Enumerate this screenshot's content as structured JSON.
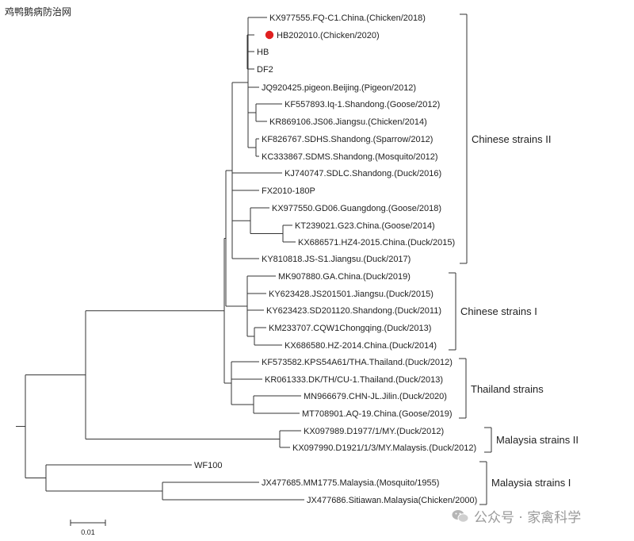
{
  "header": {
    "site_title": "鸡鸭鹅病防治网"
  },
  "watermark": {
    "text": "公众号 · 家禽科学",
    "icon": "wechat-icon"
  },
  "colors": {
    "line": "#333333",
    "text": "#222222",
    "highlight": "#e02020"
  },
  "scale_bar": {
    "label": "0.01"
  },
  "groups": [
    {
      "label": "Chinese strains II"
    },
    {
      "label": "Chinese strains I"
    },
    {
      "label": "Thailand strains"
    },
    {
      "label": "Malaysia strains II"
    },
    {
      "label": "Malaysia strains I"
    }
  ],
  "strains": [
    "KX977555.FQ-C1.China.(Chicken/2018)",
    "HB202010.(Chicken/2020)",
    "HB",
    "DF2",
    "JQ920425.pigeon.Beijing.(Pigeon/2012)",
    "KF557893.Iq-1.Shandong.(Goose/2012)",
    "KR869106.JS06.Jiangsu.(Chicken/2014)",
    "KF826767.SDHS.Shandong.(Sparrow/2012)",
    "KC333867.SDMS.Shandong.(Mosquito/2012)",
    "KJ740747.SDLC.Shandong.(Duck/2016)",
    "FX2010-180P",
    "KX977550.GD06.Guangdong.(Goose/2018)",
    "KT239021.G23.China.(Goose/2014)",
    "KX686571.HZ4-2015.China.(Duck/2015)",
    "KY810818.JS-S1.Jiangsu.(Duck/2017)",
    "MK907880.GA.China.(Duck/2019)",
    "KY623428.JS201501.Jiangsu.(Duck/2015)",
    "KY623423.SD201120.Shandong.(Duck/2011)",
    "KM233707.CQW1Chongqing.(Duck/2013)",
    "KX686580.HZ-2014.China.(Duck/2014)",
    "KF573582.KPS54A61/THA.Thailand.(Duck/2012)",
    "KR061333.DK/TH/CU-1.Thailand.(Duck/2013)",
    "MN966679.CHN-JL.Jilin.(Duck/2020)",
    "MT708901.AQ-19.China.(Goose/2019)",
    "KX097989.D1977/1/MY.(Duck/2012)",
    "KX097990.D1921/1/3/MY.Malaysis.(Duck/2012)",
    "WF100",
    "JX477685.MM1775.Malaysia.(Mosquito/1955)",
    "JX477686.Sitiawan.Malaysia(Chicken/2000)"
  ]
}
